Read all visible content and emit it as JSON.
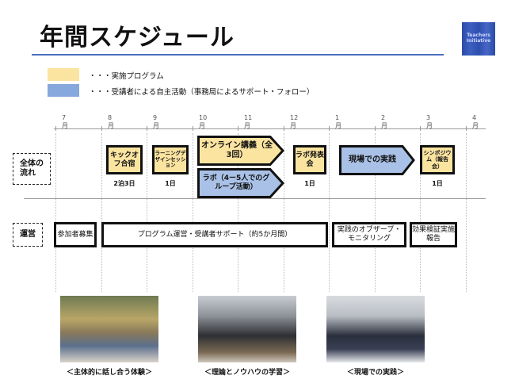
{
  "header": {
    "title": "年間スケジュール",
    "logo_line1": "Teachers",
    "logo_line2": "Initiative"
  },
  "legend": [
    {
      "color": "#fbe4a0",
      "label": "・・・実施プログラム"
    },
    {
      "color": "#86a8dc",
      "label": "・・・受講者による自主活動（事務局によるサポート・フォロー）"
    }
  ],
  "timeline": {
    "months": [
      {
        "num": "7",
        "unit": "月"
      },
      {
        "num": "8",
        "unit": "月"
      },
      {
        "num": "9",
        "unit": "月"
      },
      {
        "num": "10",
        "unit": "月"
      },
      {
        "num": "11",
        "unit": "月"
      },
      {
        "num": "12",
        "unit": "月"
      },
      {
        "num": "1",
        "unit": "月"
      },
      {
        "num": "2",
        "unit": "月"
      },
      {
        "num": "3",
        "unit": "月"
      },
      {
        "num": "4",
        "unit": "月"
      }
    ]
  },
  "rows": {
    "overall": {
      "label": "全体の\n流れ",
      "items": [
        {
          "text": "キックオフ合宿",
          "duration": "2泊3日"
        },
        {
          "text": "ラーニングデザインセッション",
          "duration": "1日"
        },
        {
          "text": "オンライン講義（全3回）"
        },
        {
          "text": "ラボ（4ー5人でのグループ活動）"
        },
        {
          "text": "ラボ発表会",
          "duration": "1日"
        },
        {
          "text": "現場での実践"
        },
        {
          "text": "シンポジウム（報告会）",
          "duration": "1日"
        }
      ]
    },
    "operation": {
      "label": "運営",
      "items": [
        {
          "text": "参加者募集"
        },
        {
          "text": "プログラム運営・受講者サポート（約5か月間）"
        },
        {
          "text": "実践のオブザーブ・モニタリング"
        },
        {
          "text": "効果検証実施報告"
        }
      ]
    }
  },
  "photos": [
    {
      "caption": "＜主体的に話し合う体験＞"
    },
    {
      "caption": "＜理論とノウハウの学習＞"
    },
    {
      "caption": "＜現場での実践＞"
    }
  ]
}
